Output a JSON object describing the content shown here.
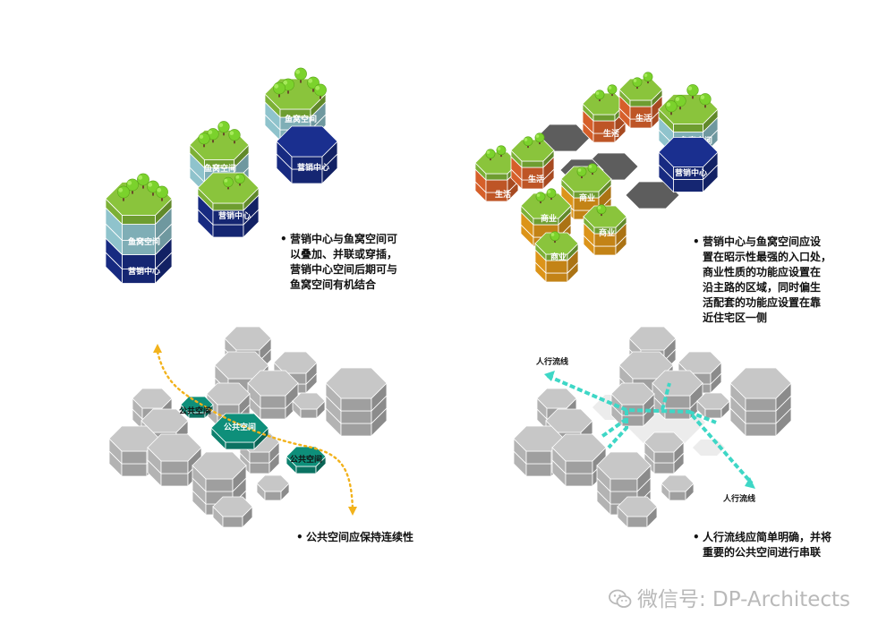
{
  "panels": {
    "top_left": {
      "labels": {
        "yuwo": "鱼窝空间",
        "yingxiao": "营销中心"
      },
      "note": [
        "营销中心与鱼窝空间可",
        "以叠加、并联或穿插，",
        "营销中心空间后期可与",
        "鱼窝空间有机结合"
      ]
    },
    "top_right": {
      "labels": {
        "shenghuo": "生活",
        "shangye": "商业",
        "yuwo": "鱼窝空间",
        "yingxiao": "营销中心"
      },
      "note": [
        "营销中心与鱼窝空间应设",
        "置在昭示性最强的入口处，",
        "商业性质的功能应设置在",
        "沿主路的区域，同时偏生",
        "活配套的功能应设置在靠",
        "近住宅区一侧"
      ]
    },
    "bottom_left": {
      "label": "公共空间",
      "note": [
        "公共空间应保持连续性"
      ]
    },
    "bottom_right": {
      "label": "人行流线",
      "note": [
        "人行流线应简单明确，并将",
        "重要的公共空间进行串联"
      ]
    }
  },
  "bullet": "•",
  "watermark": "微信号: DP-Architects",
  "colors": {
    "navy": "#1a2f8f",
    "light_blue": "#9fd9e3",
    "green": "#8ac43c",
    "tree": "#7bd22c",
    "orange": "#ee6a2f",
    "yellow": "#f4a41c",
    "teal": "#0e8f7a",
    "flow": "#3ed7c6",
    "gray": "#c7c7c7",
    "dark_gray": "#5d5d5d",
    "dotted": "#f2b21b"
  }
}
